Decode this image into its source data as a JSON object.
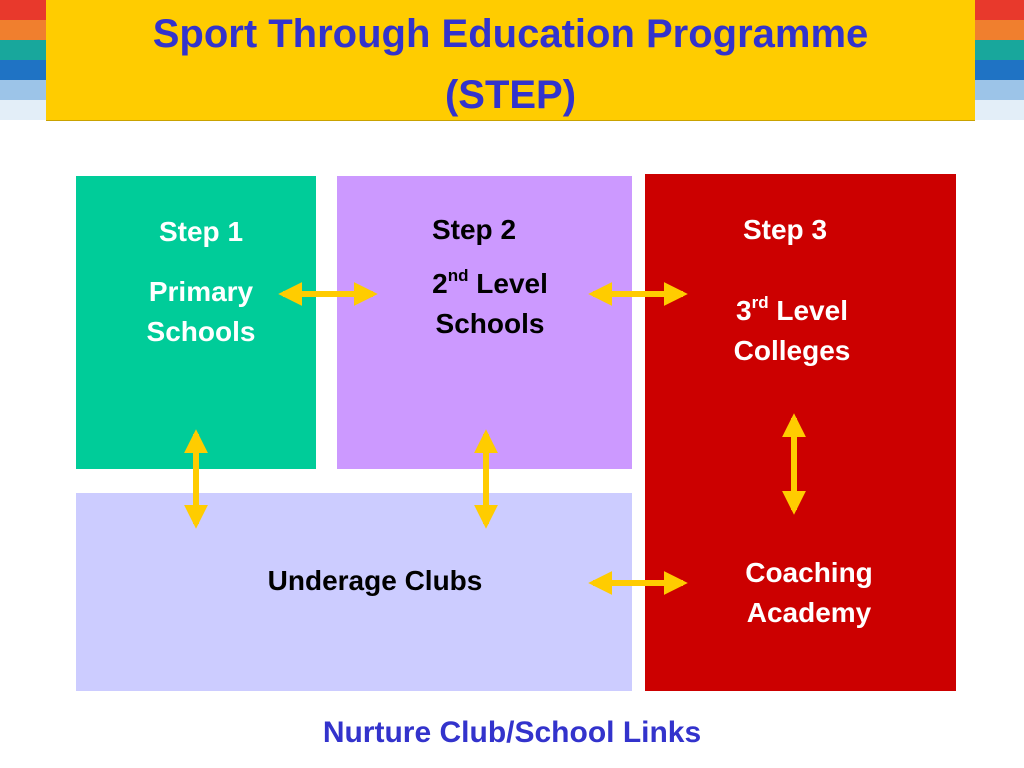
{
  "title": {
    "line1": "Sport Through Education Programme",
    "line2": "(STEP)"
  },
  "steps": [
    {
      "label": "Step 1",
      "name_line1": "Primary",
      "name_line2": "Schools"
    },
    {
      "label": "Step 2",
      "name_num": "2",
      "name_sup": "nd",
      "name_rest": " Level",
      "name_line2": "Schools"
    },
    {
      "label": "Step 3",
      "name_num": "3",
      "name_sup": "rd",
      "name_rest": " Level",
      "name_line2": "Colleges"
    }
  ],
  "clubs": {
    "label": "Underage Clubs"
  },
  "academy": {
    "line1": "Coaching",
    "line2": "Academy"
  },
  "footer": "Nurture Club/School Links",
  "colors": {
    "title_bar": "#ffcc00",
    "title_text": "#3333cc",
    "step1": "#00cc99",
    "step2": "#cc99ff",
    "step3": "#cc0000",
    "clubs": "#ccccff",
    "arrow": "#ffcc00"
  }
}
